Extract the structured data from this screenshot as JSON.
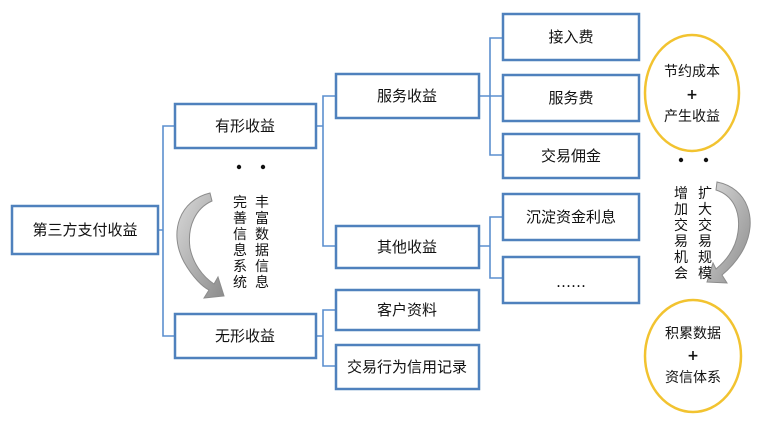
{
  "colors": {
    "box_border": "#4f81bd",
    "box_fill": "#ffffff",
    "connector": "#5b8fcf",
    "ellipse_border": "#f2c330",
    "arrow_fill": "#a6a6a6",
    "text": "#111111"
  },
  "nodes": {
    "root": "第三方支付收益",
    "tangible": "有形收益",
    "intangible": "无形收益",
    "service_income": "服务收益",
    "other_income": "其他收益",
    "access_fee": "接入费",
    "service_fee": "服务费",
    "commission": "交易佣金",
    "float_interest": "沉淀资金利息",
    "more": "……",
    "customer_data": "客户资料",
    "credit_record": "交易行为信用记录"
  },
  "annotations": {
    "left_col1": "丰富数据信息",
    "left_col2": "完善信息系统",
    "right_col1": "扩大交易规模",
    "right_col2": "增加交易机会",
    "top_ellipse": {
      "line1": "节约成本",
      "plus": "+",
      "line2": "产生收益"
    },
    "bottom_ellipse": {
      "line1": "积累数据",
      "plus": "+",
      "line2": "资信体系"
    }
  }
}
